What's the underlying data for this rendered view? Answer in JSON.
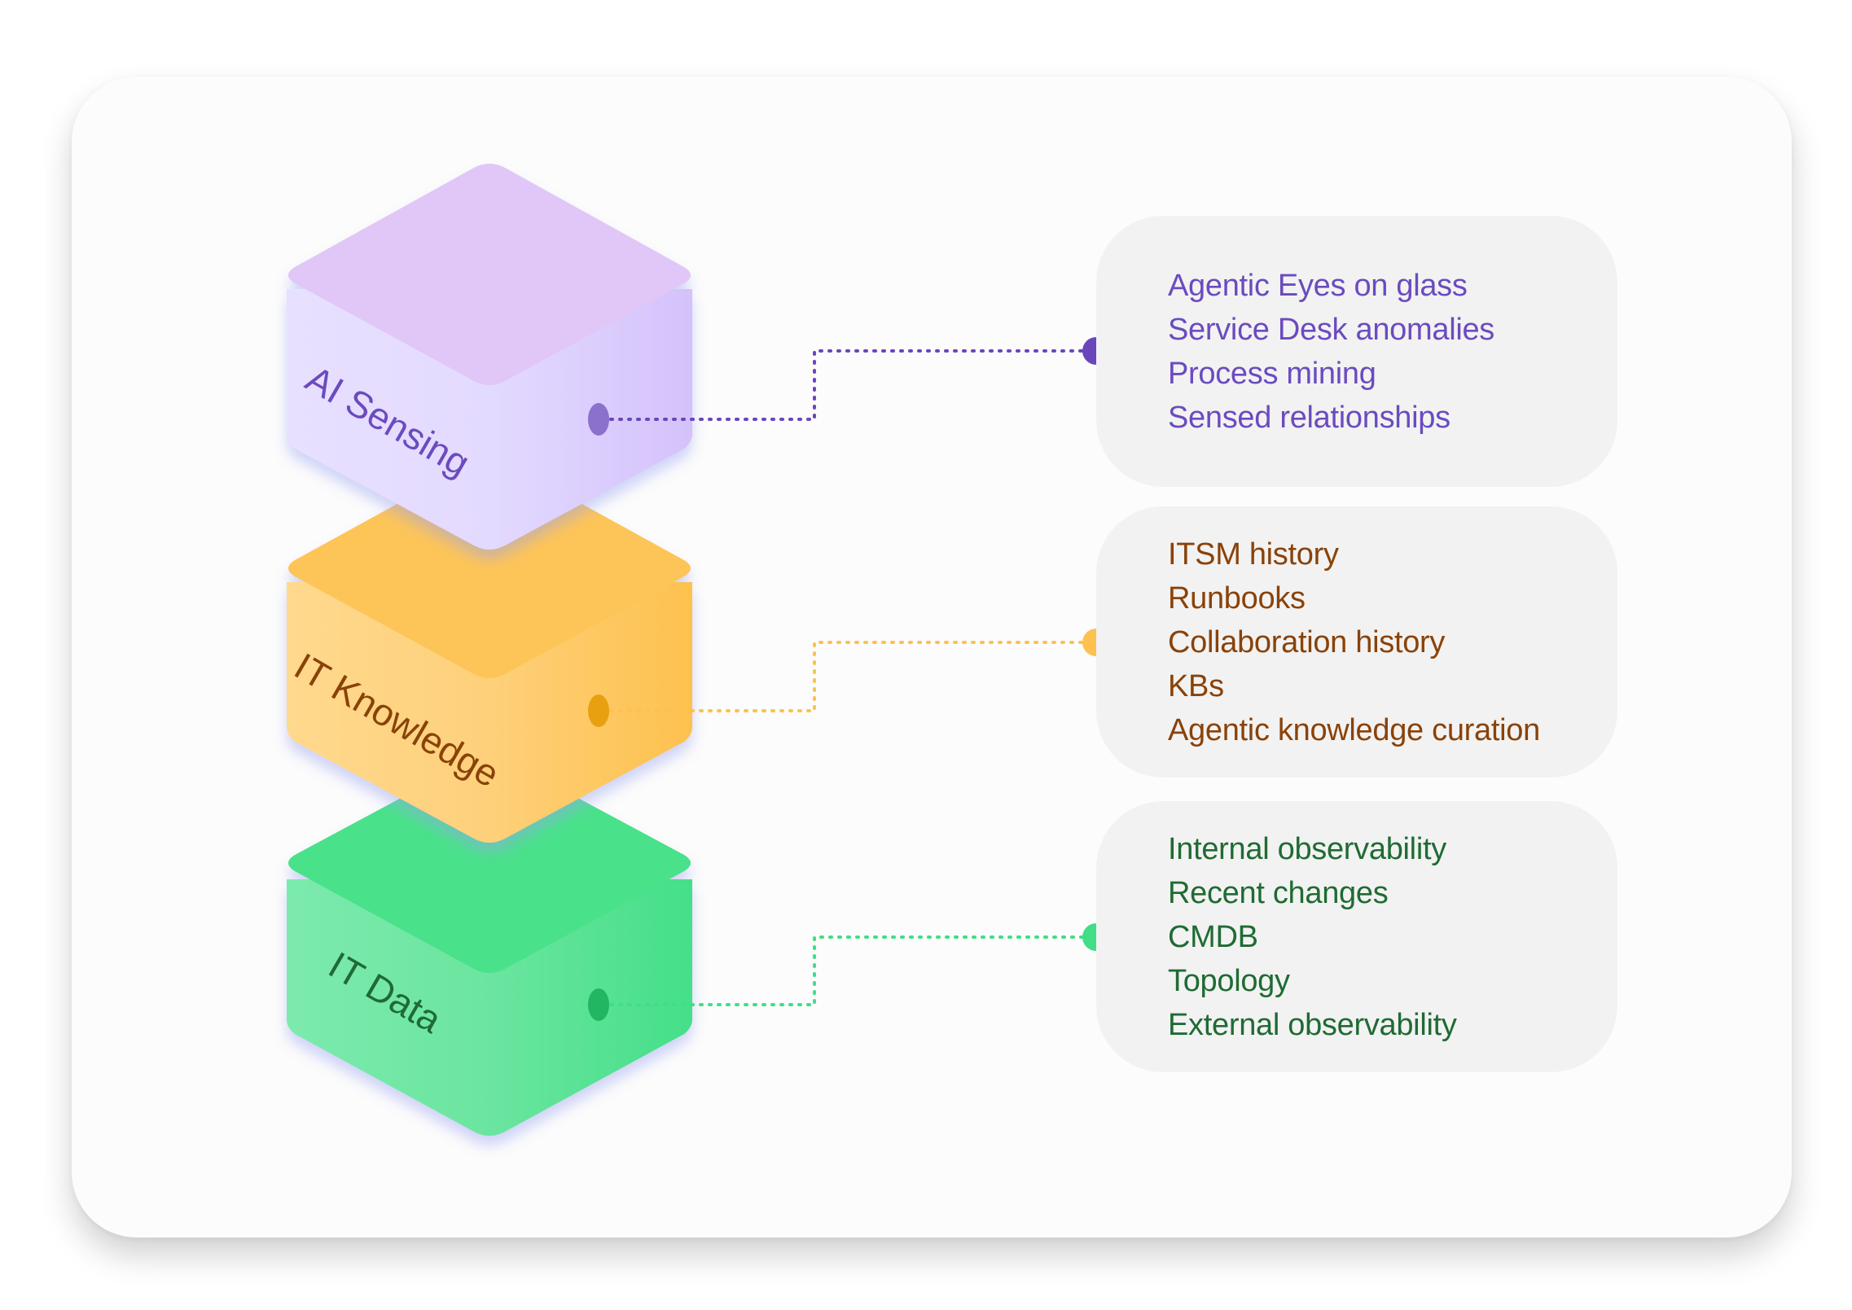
{
  "layers": [
    {
      "id": "ai-sensing",
      "label": "AI Sensing",
      "color": "#6b4bbf",
      "items": [
        "Agentic Eyes on glass",
        "Service Desk anomalies",
        "Process mining",
        "Sensed relationships"
      ]
    },
    {
      "id": "it-knowledge",
      "label": "IT Knowledge",
      "color": "#8a4208",
      "items": [
        "ITSM history",
        "Runbooks",
        "Collaboration history",
        "KBs",
        "Agentic knowledge curation"
      ]
    },
    {
      "id": "it-data",
      "label": "IT Data",
      "color": "#1f6b33",
      "items": [
        "Internal observability",
        "Recent changes",
        "CMDB",
        "Topology",
        "External observability"
      ]
    }
  ],
  "colors": {
    "sensing_top": "#e0c7f7",
    "sensing_side": "#e2d8ff",
    "sensing_dot": "#6a46bc",
    "knowledge_top": "#fdc459",
    "knowledge_side": "#fed380",
    "knowledge_dot": "#fdc14f",
    "data_top": "#48e18a",
    "data_side": "#6fe8a2",
    "data_dot": "#41de86"
  }
}
